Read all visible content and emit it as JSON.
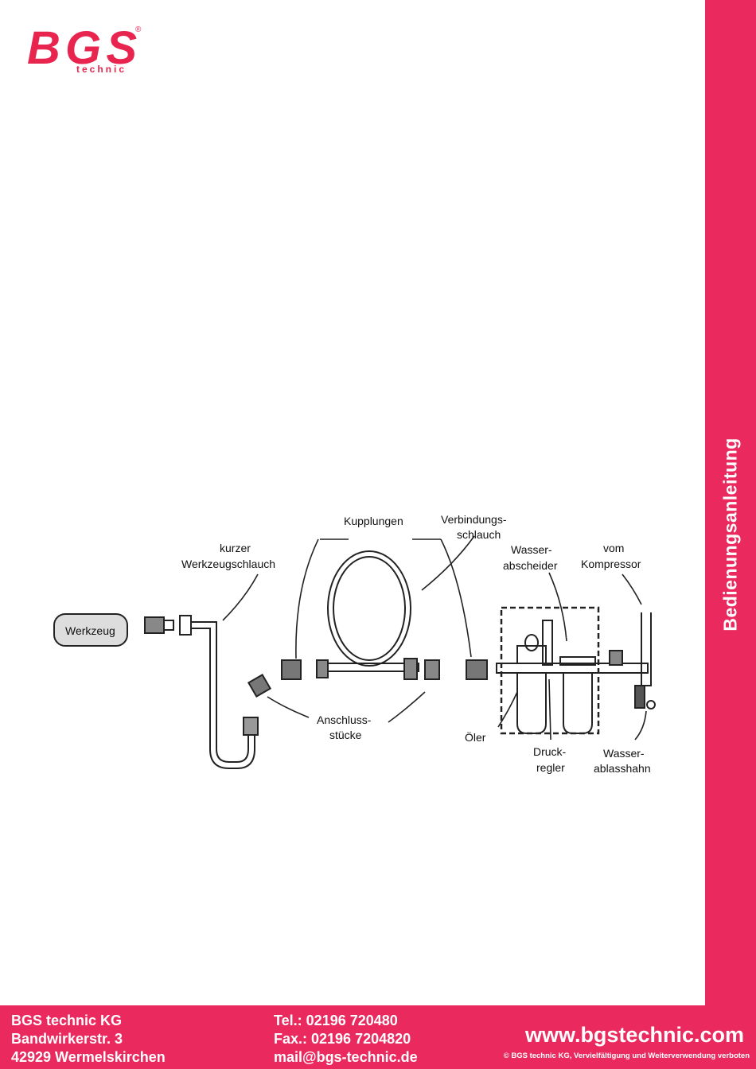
{
  "brand": {
    "logo_text": "BGS",
    "logo_sub": "technic",
    "registered": "®",
    "color": "#e8254f"
  },
  "sidebar": {
    "label": "Bedienungsanleitung"
  },
  "diagram": {
    "labels": {
      "werkzeug": "Werkzeug",
      "kurzer_1": "kurzer",
      "kurzer_2": "Werkzeugschlauch",
      "kupplungen": "Kupplungen",
      "verbindung_1": "Verbindungs-",
      "verbindung_2": "schlauch",
      "wasserabscheider_1": "Wasser-",
      "wasserabscheider_2": "abscheider",
      "kompressor_1": "vom",
      "kompressor_2": "Kompressor",
      "anschluss_1": "Anschluss-",
      "anschluss_2": "stücke",
      "oeler": "Öler",
      "druck_1": "Druck-",
      "druck_2": "regler",
      "ablass_1": "Wasser-",
      "ablass_2": "ablasshahn"
    }
  },
  "footer": {
    "company": "BGS technic KG",
    "street": "Bandwirkerstr. 3",
    "city": "42929 Wermelskirchen",
    "tel": "Tel.: 02196 720480",
    "fax": "Fax.: 02196 7204820",
    "mail": "mail@bgs-technic.de",
    "website": "www.bgstechnic.com",
    "copyright": "© BGS technic KG, Vervielfältigung und Weiterverwendung verboten",
    "accent": "#ea2a5e"
  }
}
